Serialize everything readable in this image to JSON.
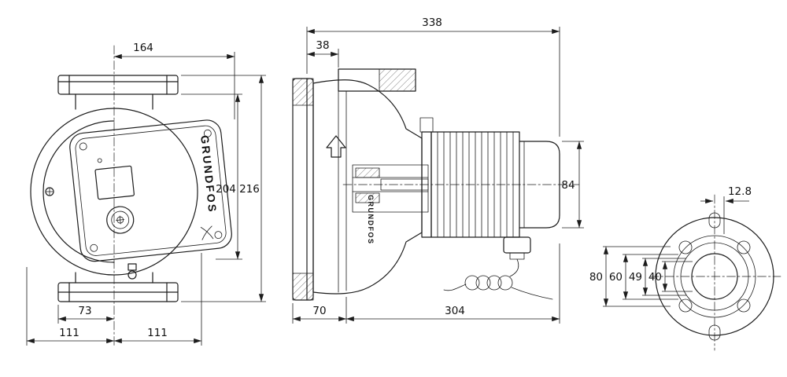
{
  "brand": {
    "panel": "GRUNDFOS",
    "side": "GRUNDFOS"
  },
  "dimensions": {
    "d338": "338",
    "d38": "38",
    "d164": "164",
    "d216": "216",
    "d204": "204",
    "d84": "84",
    "d12_8": "12.8",
    "d80": "80",
    "d60": "60",
    "d49": "49",
    "d40": "40",
    "d73": "73",
    "d111a": "111",
    "d111b": "111",
    "d70": "70",
    "d304": "304"
  },
  "colors": {
    "ink": "#1c1c1c",
    "background": "#ffffff"
  }
}
